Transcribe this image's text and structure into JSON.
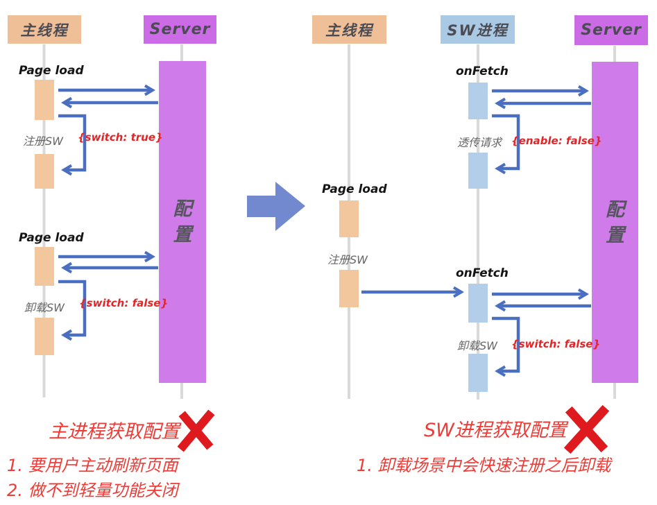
{
  "colors": {
    "peach": "#EFBF97",
    "peach_activation": "#F2C79E",
    "magenta": "#CB6CE6",
    "purple_config_box": "#CF7BE9",
    "light_blue": "#A9C9E4",
    "light_blue_activation": "#B3CEE8",
    "arrow_blue": "#4A6FC0",
    "big_arrow_blue": "#7289CF",
    "json_red": "#E42528",
    "footer_red": "#EE3B36",
    "x_mark_red": "#DF1A1F",
    "lifeline_gray": "#D9D9D9"
  },
  "left_panel": {
    "actors": {
      "main": "主线程",
      "server": "Server"
    },
    "config_box": {
      "char1": "配",
      "char2": "置"
    },
    "labels": {
      "page_load_1": "Page load",
      "register_sw": "注册SW",
      "switch_true": "{switch: true}",
      "page_load_2": "Page load",
      "unload_sw": "卸载SW",
      "switch_false": "{switch: false}"
    },
    "footer": {
      "title": "主进程获取配置",
      "items": [
        "1. 要用户主动刷新页面",
        "2. 做不到轻量功能关闭"
      ]
    }
  },
  "right_panel": {
    "actors": {
      "main": "主线程",
      "sw": "SW进程",
      "server": "Server"
    },
    "config_box": {
      "char1": "配",
      "char2": "置"
    },
    "labels": {
      "onfetch_1": "onFetch",
      "passthrough": "透传请求",
      "enable_false": "{enable: false}",
      "page_load": "Page load",
      "register_sw": "注册SW",
      "onfetch_2": "onFetch",
      "unload_sw": "卸载SW",
      "switch_false": "{switch: false}"
    },
    "footer": {
      "title": "SW进程获取配置",
      "items": [
        "1. 卸载场景中会快速注册之后卸载"
      ]
    }
  }
}
